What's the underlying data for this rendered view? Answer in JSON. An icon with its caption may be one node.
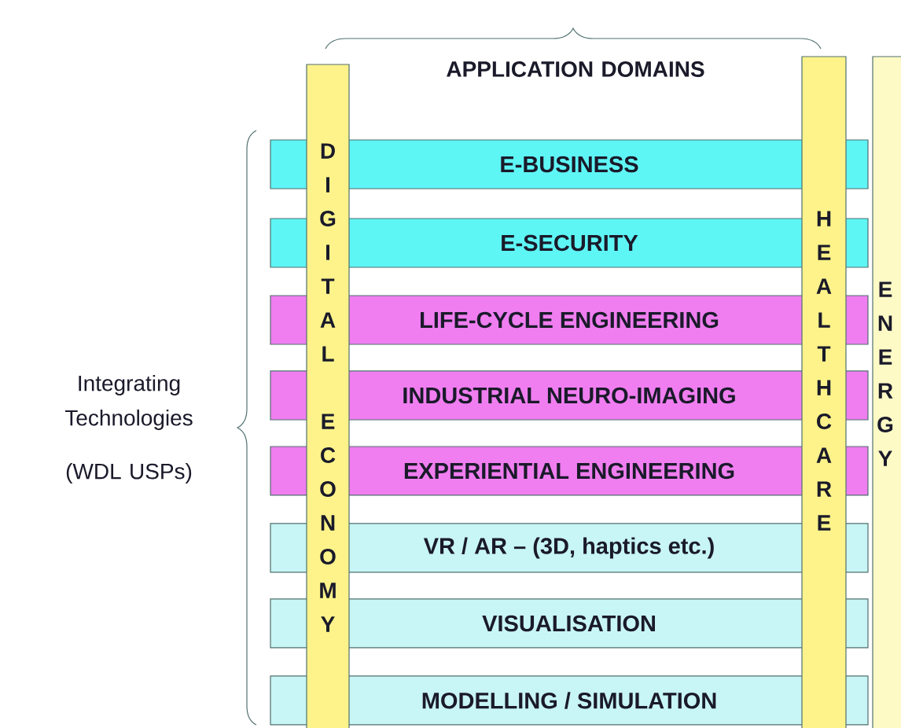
{
  "diagram": {
    "nodes": [
      {
        "text": [
          "E-BUSINESS"
        ]
      },
      {
        "text": [
          "E-SECURITY"
        ]
      },
      {
        "text": [
          "LIFE-CYCLE ENGINEERING"
        ]
      },
      {
        "text": [
          "INDUSTRIAL NEURO-IMAGING"
        ]
      },
      {
        "text": [
          "EXPERIENTIAL ENGINEERING"
        ]
      },
      {
        "text": [
          "VR / AR – (3D, haptics etc.)"
        ]
      },
      {
        "text": [
          "VISUALISATION"
        ]
      },
      {
        "text": [
          "MODELLING / SIMULATION"
        ]
      },
      {
        "text": [
          "DIGITAL ECONOMY"
        ]
      },
      {
        "text": [
          "HEALTHCARE"
        ]
      },
      {
        "text": [
          "ENERGY"
        ]
      }
    ],
    "labels": [
      "APPLICATION DOMAINS",
      "Integrating Technologies",
      "(WDL USPs)"
    ]
  }
}
